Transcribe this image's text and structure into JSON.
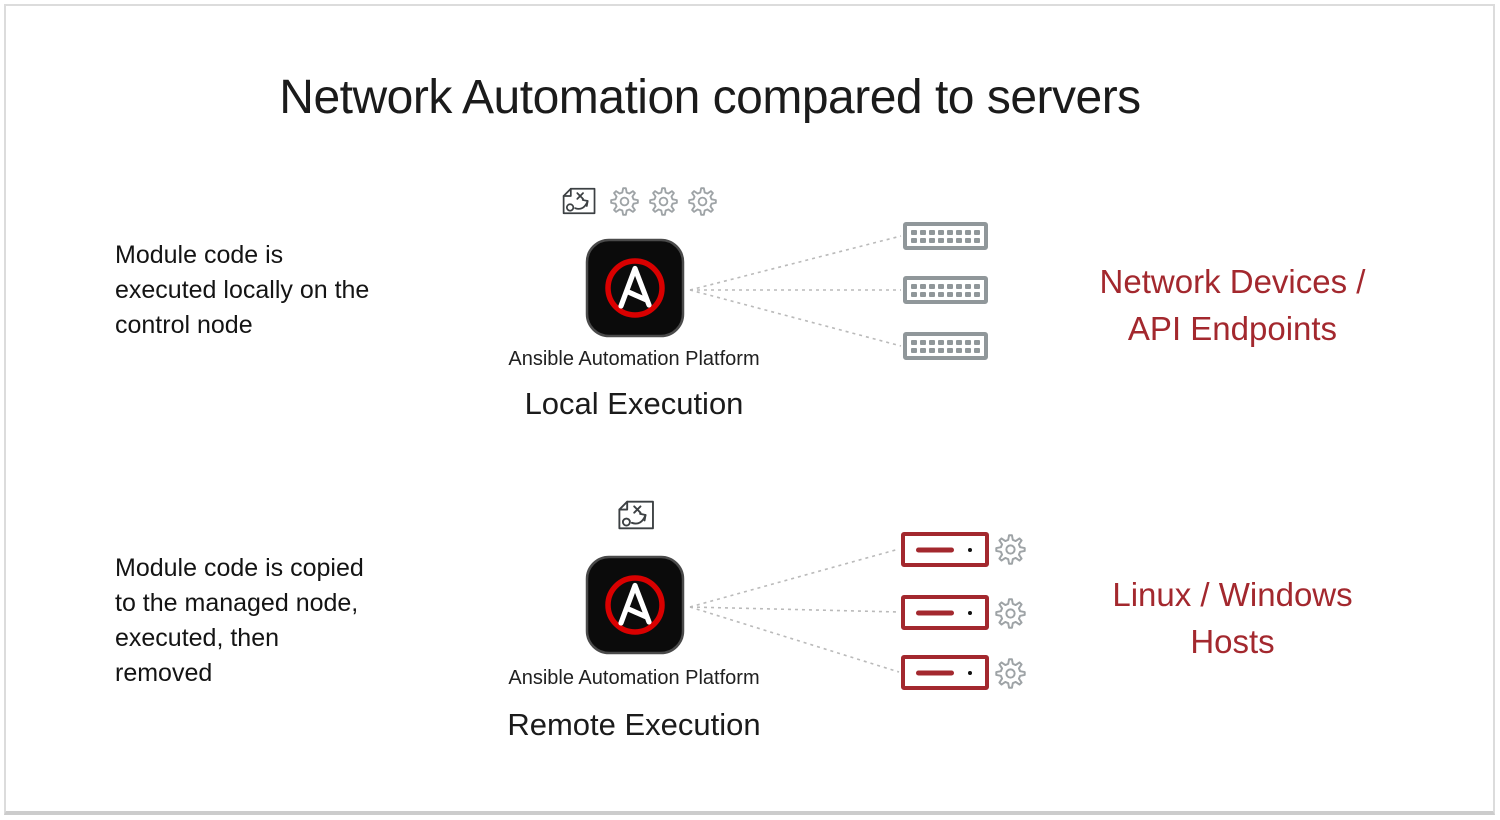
{
  "slide": {
    "title": "Network Automation compared to servers"
  },
  "local": {
    "description_lines": [
      "Module code is",
      "executed locally on the",
      "control node"
    ],
    "platform_label": "Ansible Automation Platform",
    "execution_label": "Local Execution",
    "target_lines": [
      "Network Devices /",
      "API Endpoints"
    ],
    "device_count": 3
  },
  "remote": {
    "description_lines": [
      "Module code is copied",
      "to the managed node,",
      "executed, then",
      "removed"
    ],
    "platform_label": "Ansible Automation Platform",
    "execution_label": "Remote Execution",
    "target_lines": [
      "Linux / Windows",
      "Hosts"
    ],
    "host_count": 3
  },
  "icons": {
    "playbook": "playbook-icon",
    "gear": "gear-icon",
    "ansible_logo": "ansible-a-logo",
    "network_device": "network-switch-icon",
    "host": "server-host-icon"
  },
  "colors": {
    "accent_red": "#A3282E",
    "logo_ring_red": "#D90000",
    "logo_background": "#0B0B0B",
    "device_gray": "#90979A",
    "connector_gray": "#BABABA",
    "text_dark": "#161616"
  }
}
